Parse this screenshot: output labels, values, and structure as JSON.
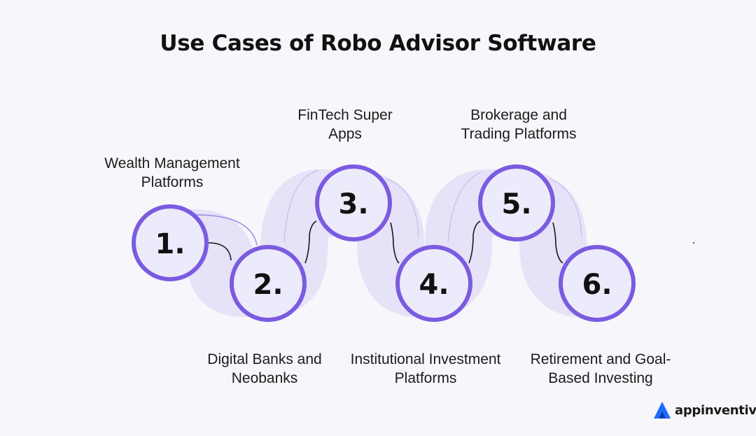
{
  "title": "Use Cases of Robo Advisor Software",
  "steps": [
    {
      "number": "1.",
      "label": "Wealth Management Platforms"
    },
    {
      "number": "2.",
      "label": "Digital Banks and Neobanks"
    },
    {
      "number": "3.",
      "label": "FinTech Super Apps"
    },
    {
      "number": "4.",
      "label": "Institutional Investment Platforms"
    },
    {
      "number": "5.",
      "label": "Brokerage and Trading Platforms"
    },
    {
      "number": "6.",
      "label": "Retirement and Goal-Based Investing"
    }
  ],
  "logo": {
    "text": "appinventiv",
    "icon": "appinventiv-logo-icon"
  },
  "colors": {
    "circle_border": "#7b5be0",
    "circle_fill": "#ecebfb",
    "ribbon": "#e6e2f8",
    "ribbon_edge": "#8f79e2",
    "connector": "#1a1a1a",
    "logo_blue": "#1f6bff"
  }
}
